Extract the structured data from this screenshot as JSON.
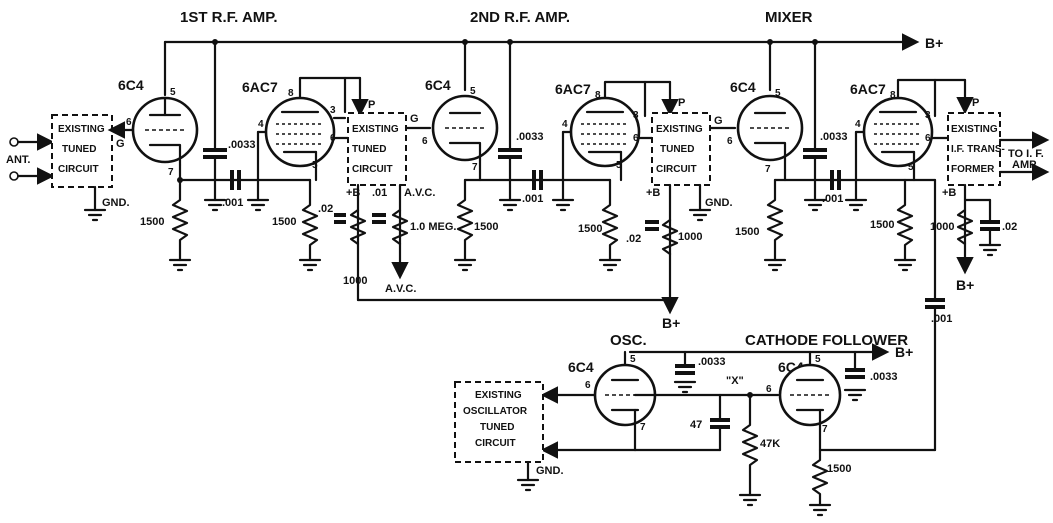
{
  "headings": {
    "rf1": "1ST R.F. AMP.",
    "rf2": "2ND R.F. AMP.",
    "mixer": "MIXER",
    "osc": "OSC.",
    "cathode_follower": "CATHODE FOLLOWER"
  },
  "tubes": {
    "t1": "6C4",
    "t2": "6AC7",
    "t3": "6C4",
    "t4": "6AC7",
    "t5": "6C4",
    "t6": "6AC7",
    "t7": "6C4",
    "t8": "6C4"
  },
  "boxes": {
    "in": [
      "EXISTING",
      "TUNED",
      "CIRCUIT"
    ],
    "stage1": [
      "EXISTING",
      "TUNED",
      "CIRCUIT"
    ],
    "stage2": [
      "EXISTING",
      "TUNED",
      "CIRCUIT"
    ],
    "if": [
      "EXISTING",
      "I.F. TRANS-",
      "FORMER"
    ],
    "osc": [
      "EXISTING",
      "OSCILLATOR",
      "TUNED",
      "CIRCUIT"
    ]
  },
  "labels": {
    "ant": "ANT.",
    "gnd": "GND.",
    "bplus": "B+",
    "plus_b": "+B",
    "avc": "A.V.C.",
    "to_if": "TO I. F.",
    "amp": "AMP.",
    "g": "G",
    "p": "P",
    "x": "\"X\"",
    "c0033": ".0033",
    "c001": ".001",
    "c002": ".02",
    "c01": ".01",
    "c47": "47",
    "r1500": "1500",
    "r1000": "1000",
    "r10meg": "1.0 MEG.",
    "r47k": "47K"
  },
  "pins": {
    "p5": "5",
    "p6": "6",
    "p7": "7",
    "p8": "8",
    "p3": "3",
    "p4": "4"
  }
}
